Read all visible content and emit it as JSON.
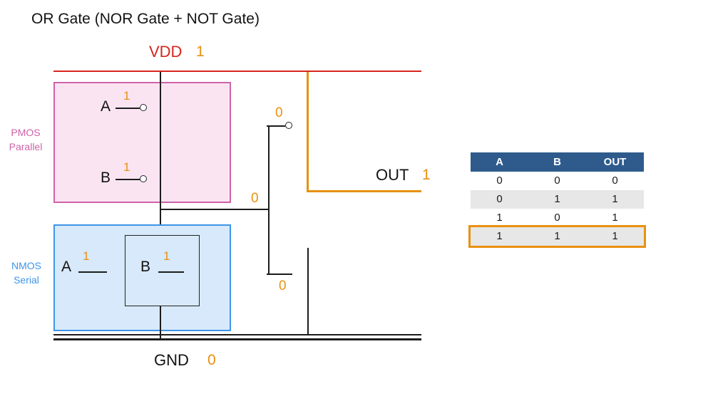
{
  "title": "OR Gate (NOR Gate + NOT Gate)",
  "rails": {
    "vdd_label": "VDD",
    "vdd_value": "1",
    "gnd_label": "GND",
    "gnd_value": "0"
  },
  "output": {
    "label": "OUT",
    "value": "1"
  },
  "pmos_section": {
    "name_line1": "PMOS",
    "name_line2": "Parallel",
    "a_label": "A",
    "a_value": "1",
    "b_label": "B",
    "b_value": "1"
  },
  "nmos_section": {
    "name_line1": "NMOS",
    "name_line2": "Serial",
    "a_label": "A",
    "a_value": "1",
    "b_label": "B",
    "b_value": "1"
  },
  "inverter": {
    "pmos_gate_value": "0",
    "input_value": "0",
    "nmos_gate_value": "0"
  },
  "truth_table": {
    "headers": [
      "A",
      "B",
      "OUT"
    ],
    "rows": [
      [
        "0",
        "0",
        "0"
      ],
      [
        "0",
        "1",
        "1"
      ],
      [
        "1",
        "0",
        "1"
      ],
      [
        "1",
        "1",
        "1"
      ]
    ],
    "highlighted_row_index": 3
  },
  "colors": {
    "vdd_red": "#d6251d",
    "accent_orange": "#e8910f",
    "pmos_pink_border": "#ce62a8",
    "pmos_pink_fill": "#fbe4f2",
    "nmos_blue_border": "#3e95e8",
    "nmos_blue_fill": "#d7e9fb",
    "table_header_bg": "#2e5b8c",
    "table_alt_row": "#e7e7e7"
  }
}
